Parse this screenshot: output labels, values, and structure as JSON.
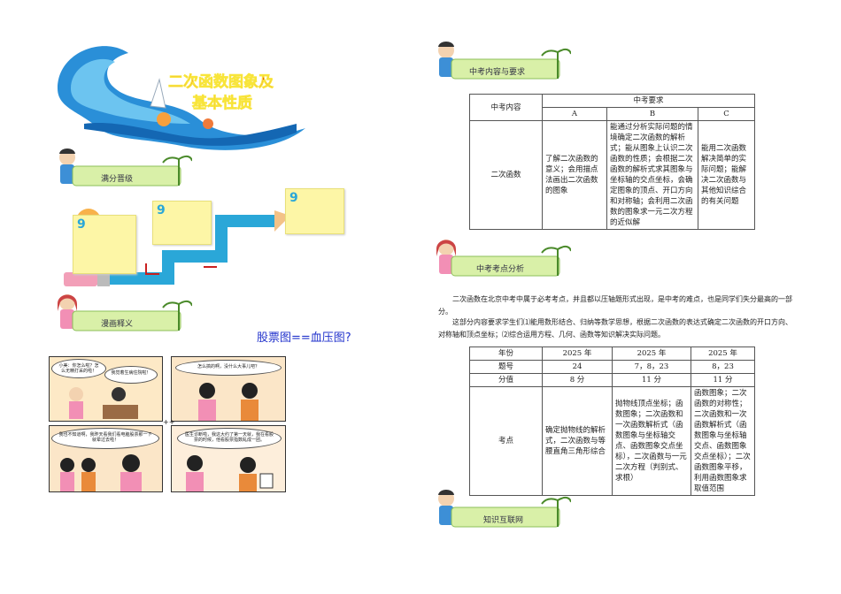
{
  "left": {
    "title_line1": "二次函数图象及",
    "title_line2": "基本性质",
    "section1": "满分晋级",
    "section2": "漫画释义",
    "caption": "股票图==血压图?",
    "comic": {
      "p1_b1": "小美：你怎么啦？怎么无精打采的啦！",
      "p1_b2": "我觉着生病住院啦！",
      "p2_b1": "怎么搞的啊，没什么大事儿吧？",
      "p3_b1": "我也不知道啊，我昨天看我们看电脑股票那一下就晕过去啦！",
      "p4_b1": "医生诊断啦，我这大约了第一天就，我在看股票的时候，他看股票指数乱成一团。"
    }
  },
  "right": {
    "section1": "中考内容与要求",
    "section2": "中考考点分析",
    "section3": "知识互联网",
    "table1": {
      "h_content": "中考内容",
      "h_req": "中考要求",
      "h_a": "A",
      "h_b": "B",
      "h_c": "C",
      "row_label": "二次函数",
      "a": "了解二次函数的意义；会用描点法画出二次函数的图象",
      "b": "能通过分析实际问题的情境确定二次函数的解析式；能从图象上认识二次函数的性质；会根据二次函数的解析式求其图象与坐标轴的交点坐标，会确定图象的顶点、开口方向和对称轴；会利用二次函数的图象求一元二次方程的近似解",
      "c": "能用二次函数解决简单的实际问题；能解决二次函数与其他知识综合的有关问题"
    },
    "para1": "二次函数在北京中考中属于必考考点，并且都以压轴题形式出现，是中考的难点，也是同学们失分最高的一部分。",
    "para2": "这部分内容要求学生们⑴能用数形结合、归纳等数学思想，根据二次函数的表达式确定二次函数的开口方向、对称轴和顶点坐标；⑵综合运用方程、几何、函数等知识解决实际问题。",
    "table2": {
      "h_year": "年份",
      "y1": "2025 年",
      "y2": "2025 年",
      "y3": "2025 年",
      "h_num": "题号",
      "n1": "24",
      "n2": "7，8，23",
      "n3": "8，23",
      "h_score": "分值",
      "s1": "8 分",
      "s2": "11 分",
      "s3": "11 分",
      "h_point": "考点",
      "p1": "确定抛物线的解析式，二次函数与等腰直角三角形综合",
      "p2": "抛物线顶点坐标；函数图象；二次函数和一次函数解析式（函数图象与坐标轴交点、函数图象交点坐标），二次函数与一元二次方程（判别式、求根）",
      "p3": "函数图象；二次函数的对称性；二次函数和一次函数解析式（函数图象与坐标轴交点、函数图象交点坐标）；二次函数图象平移，利用函数图象求取值范围"
    }
  }
}
